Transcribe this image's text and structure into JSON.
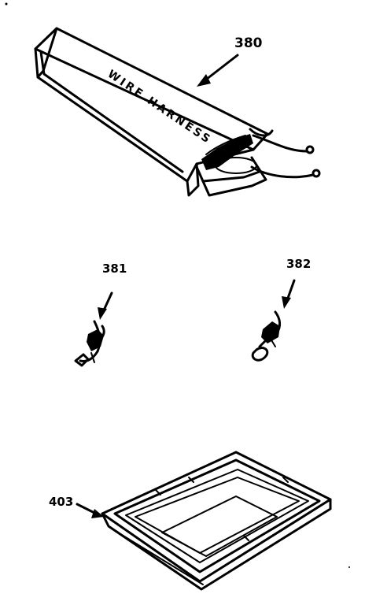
{
  "diagram": {
    "parts": [
      {
        "callout": "380",
        "label_text": "WIRE HARNESS"
      },
      {
        "callout": "381"
      },
      {
        "callout": "382"
      },
      {
        "callout": "403"
      }
    ]
  },
  "colors": {
    "ink": "#000000",
    "background": "#ffffff"
  }
}
